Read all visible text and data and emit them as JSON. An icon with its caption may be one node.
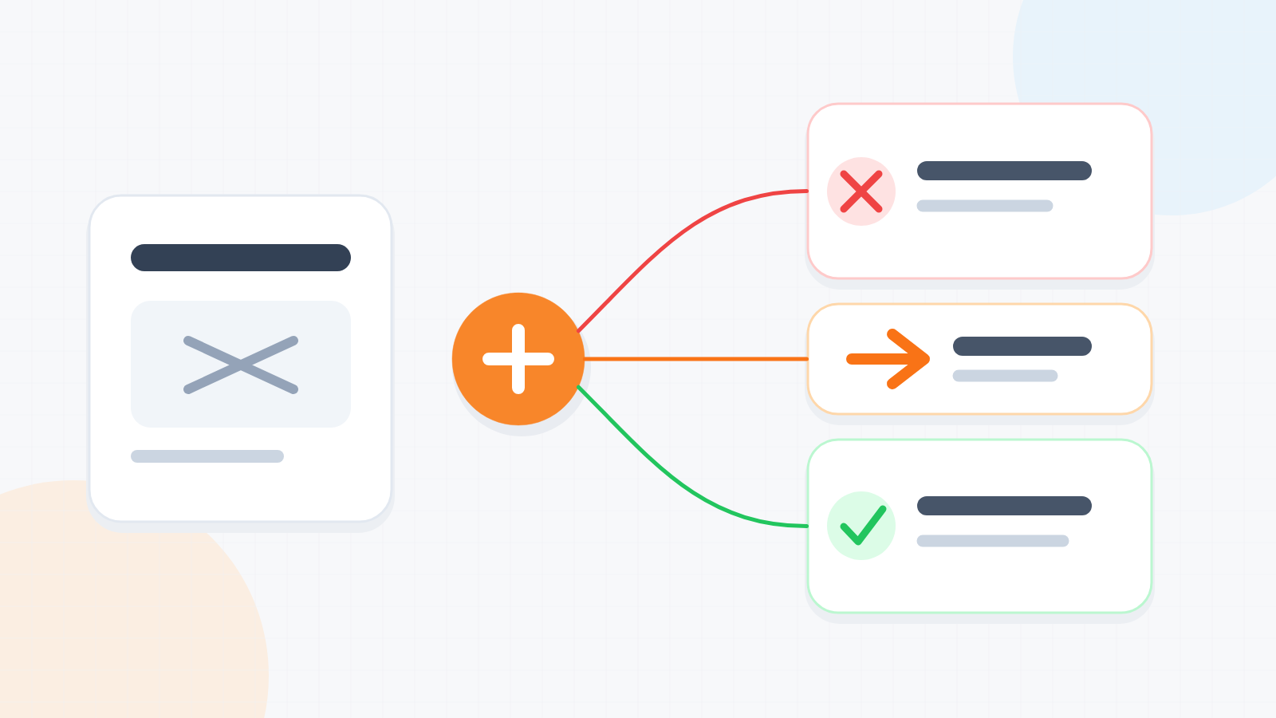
{
  "diagram": {
    "nodes": [
      {
        "text": [],
        "shape": "box"
      },
      {
        "text": [],
        "shape": "circle"
      },
      {
        "text": [],
        "shape": "box"
      },
      {
        "text": [],
        "shape": "box"
      },
      {
        "text": [],
        "shape": "box"
      }
    ],
    "edges": [
      {
        "from": 1,
        "to": 2,
        "arrow": "none",
        "color": "#ef4444"
      },
      {
        "from": 1,
        "to": 3,
        "arrow": "none",
        "color": "#f97316"
      },
      {
        "from": 1,
        "to": 4,
        "arrow": "none",
        "color": "#22c55e"
      }
    ]
  }
}
